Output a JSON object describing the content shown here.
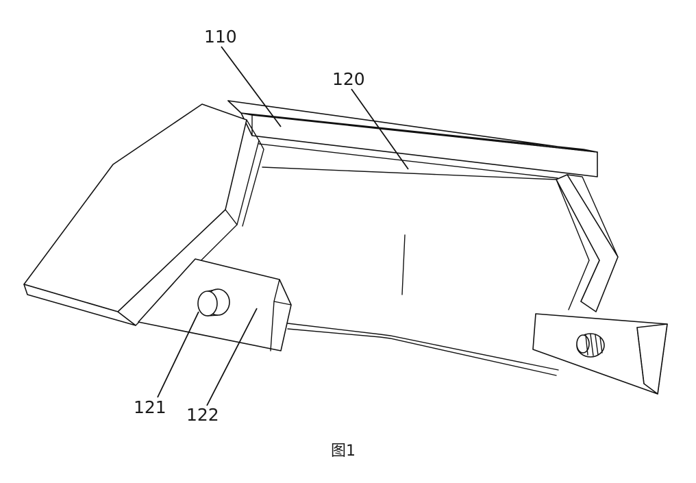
{
  "figure": {
    "labels": {
      "frame": "110",
      "panel": "120",
      "knob": "121",
      "block": "122"
    },
    "caption": "图1"
  }
}
